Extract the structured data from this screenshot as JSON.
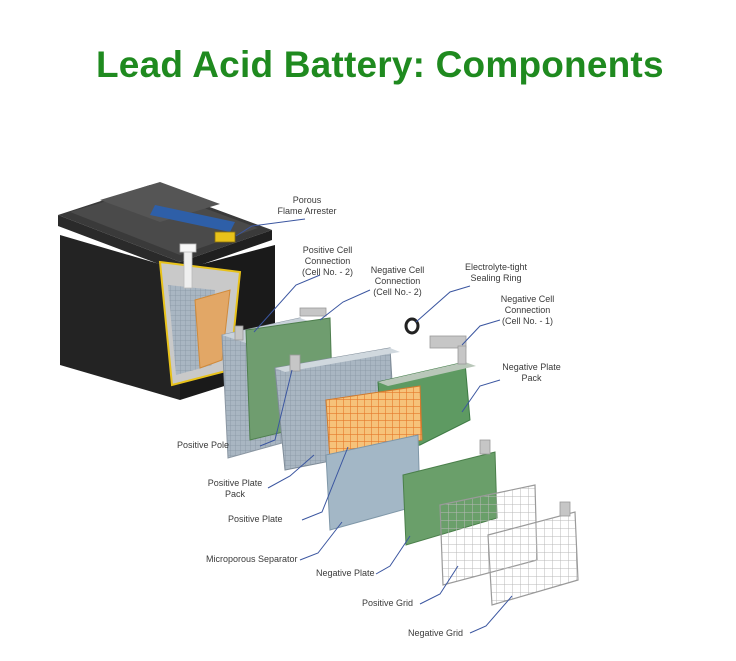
{
  "title": "Lead Acid Battery: Components",
  "colors": {
    "title": "#1f8a1f",
    "case": "#2b2b2b",
    "green_plate": "#6e9e6e",
    "blue_separator": "#9fb4c4",
    "orange_grid": "#f2a04a",
    "leader_line": "#3b56a0"
  },
  "labels": {
    "porous_flame_arrester": [
      "Porous",
      "Flame Arrester"
    ],
    "positive_cell_connection": [
      "Positive Cell",
      "Connection",
      "(Cell No. - 2)"
    ],
    "negative_cell_connection_2": [
      "Negative Cell",
      "Connection",
      "(Cell No.- 2)"
    ],
    "electrolyte_sealing_ring": [
      "Electrolyte-tight",
      "Sealing Ring"
    ],
    "negative_cell_connection_1": [
      "Negative Cell",
      "Connection",
      "(Cell No. - 1)"
    ],
    "negative_plate_pack": [
      "Negative Plate",
      "Pack"
    ],
    "positive_pole": "Positive Pole",
    "positive_plate_pack": [
      "Positive Plate",
      "Pack"
    ],
    "positive_plate": "Positive Plate",
    "microporous_separator": "Microporous Separator",
    "negative_plate": "Negative Plate",
    "positive_grid": "Positive Grid",
    "negative_grid": "Negative Grid"
  }
}
